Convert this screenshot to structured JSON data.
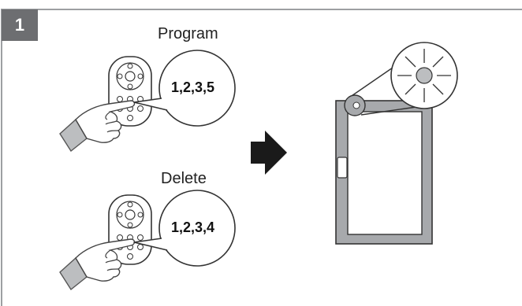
{
  "step": {
    "number": "1"
  },
  "program": {
    "label": "Program",
    "code": "1,2,3,5"
  },
  "delete": {
    "label": "Delete",
    "code": "1,2,3,4"
  },
  "icons": {
    "remote_top": "remote-control-icon",
    "hand_top": "pointing-hand-icon",
    "remote_bottom": "remote-control-icon",
    "hand_bottom": "pointing-hand-icon",
    "arrow": "arrow-right-icon",
    "window": "window-frame-icon",
    "light": "blinking-light-icon"
  },
  "colors": {
    "step_badge": "#6d6e71",
    "frame_border": "#9d9fa2",
    "window_frame": "#a7a9ac",
    "arrow": "#1a1a1a"
  }
}
